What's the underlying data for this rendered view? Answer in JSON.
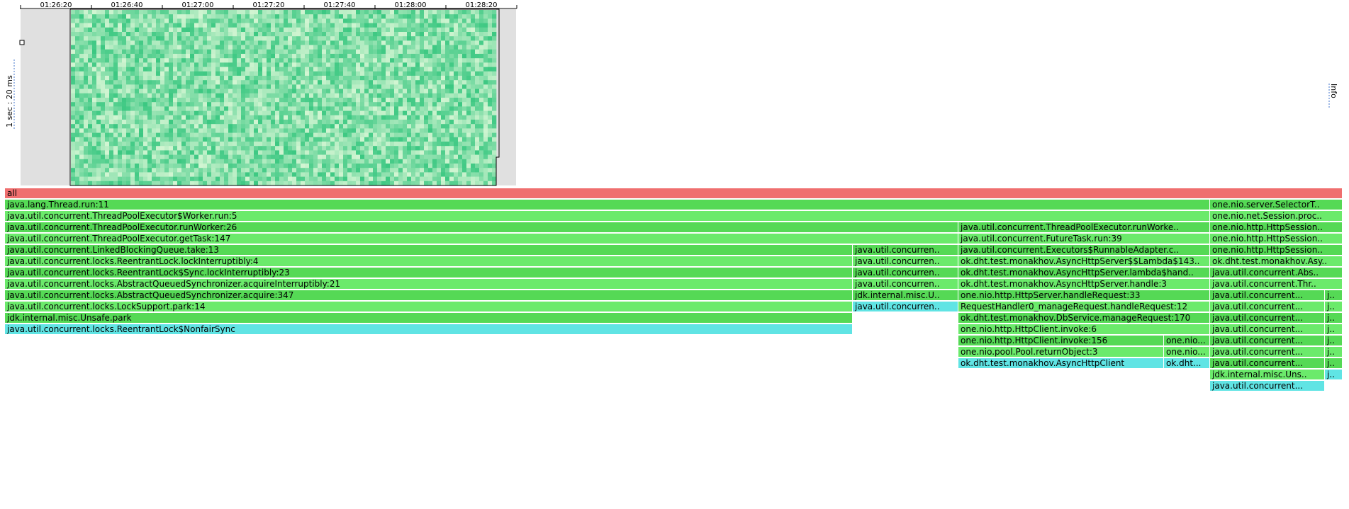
{
  "timeline": {
    "ticks": [
      "01:26:20",
      "01:26:40",
      "01:27:00",
      "01:27:20",
      "01:27:40",
      "01:28:00",
      "01:28:20"
    ],
    "ylabel": "1 sec : 20 ms"
  },
  "info_label": "Info",
  "colors": {
    "root": "#ef6f6f",
    "green_dark": "#55d955",
    "green_light": "#6bea6b",
    "cyan": "#60e4e4",
    "heat_bg": "#e0e0e0"
  },
  "frames": [
    {
      "t": "all",
      "c": "red"
    },
    {
      "t": "java.lang.Thread.run:11",
      "c": "g"
    },
    {
      "t": "one.nio.server.SelectorT..",
      "c": "g"
    },
    {
      "t": "java.util.concurrent.ThreadPoolExecutor$Worker.run:5",
      "c": "g"
    },
    {
      "t": "one.nio.net.Session.proc..",
      "c": "g"
    },
    {
      "t": "java.util.concurrent.ThreadPoolExecutor.runWorker:26",
      "c": "g"
    },
    {
      "t": "java.util.concurrent.ThreadPoolExecutor.runWorke..",
      "c": "g"
    },
    {
      "t": "one.nio.http.HttpSession..",
      "c": "g"
    },
    {
      "t": "java.util.concurrent.ThreadPoolExecutor.getTask:147",
      "c": "g"
    },
    {
      "t": "java.util.concurrent.FutureTask.run:39",
      "c": "g"
    },
    {
      "t": "one.nio.http.HttpSession..",
      "c": "g"
    },
    {
      "t": "java.util.concurrent.LinkedBlockingQueue.take:13",
      "c": "g"
    },
    {
      "t": "java.util.concurren..",
      "c": "g"
    },
    {
      "t": "java.util.concurrent.Executors$RunnableAdapter.c..",
      "c": "g"
    },
    {
      "t": "one.nio.http.HttpSession..",
      "c": "g"
    },
    {
      "t": "java.util.concurrent.locks.ReentrantLock.lockInterruptibly:4",
      "c": "g"
    },
    {
      "t": "java.util.concurren..",
      "c": "g"
    },
    {
      "t": "ok.dht.test.monakhov.AsyncHttpServer$$Lambda$143..",
      "c": "g"
    },
    {
      "t": "ok.dht.test.monakhov.Asy..",
      "c": "g"
    },
    {
      "t": "java.util.concurrent.locks.ReentrantLock$Sync.lockInterruptibly:23",
      "c": "g"
    },
    {
      "t": "java.util.concurren..",
      "c": "g"
    },
    {
      "t": "ok.dht.test.monakhov.AsyncHttpServer.lambda$hand..",
      "c": "g"
    },
    {
      "t": "java.util.concurrent.Abs..",
      "c": "g"
    },
    {
      "t": "java.util.concurrent.locks.AbstractQueuedSynchronizer.acquireInterruptibly:21",
      "c": "g"
    },
    {
      "t": "java.util.concurren..",
      "c": "g"
    },
    {
      "t": "ok.dht.test.monakhov.AsyncHttpServer.handle:3",
      "c": "g"
    },
    {
      "t": "java.util.concurrent.Thr..",
      "c": "g"
    },
    {
      "t": "java.util.concurrent.locks.AbstractQueuedSynchronizer.acquire:347",
      "c": "g"
    },
    {
      "t": "jdk.internal.misc.U..",
      "c": "g"
    },
    {
      "t": "one.nio.http.HttpServer.handleRequest:33",
      "c": "g"
    },
    {
      "t": "java.util.concurrent...",
      "c": "g"
    },
    {
      "t": "j..",
      "c": "g"
    },
    {
      "t": "java.util.concurrent.locks.LockSupport.park:14",
      "c": "g"
    },
    {
      "t": "java.util.concurren..",
      "c": "cyan"
    },
    {
      "t": "RequestHandler0_manageRequest.handleRequest:12",
      "c": "g"
    },
    {
      "t": "java.util.concurrent...",
      "c": "g"
    },
    {
      "t": "j..",
      "c": "g"
    },
    {
      "t": "jdk.internal.misc.Unsafe.park",
      "c": "g"
    },
    {
      "t": "ok.dht.test.monakhov.DbService.manageRequest:170",
      "c": "g"
    },
    {
      "t": "java.util.concurrent...",
      "c": "g"
    },
    {
      "t": "j..",
      "c": "g"
    },
    {
      "t": "java.util.concurrent.locks.ReentrantLock$NonfairSync",
      "c": "cyan"
    },
    {
      "t": "one.nio.http.HttpClient.invoke:6",
      "c": "g"
    },
    {
      "t": "java.util.concurrent...",
      "c": "g"
    },
    {
      "t": "j..",
      "c": "g"
    },
    {
      "t": "one.nio.http.HttpClient.invoke:156",
      "c": "g"
    },
    {
      "t": "one.nio...",
      "c": "g"
    },
    {
      "t": "java.util.concurrent...",
      "c": "g"
    },
    {
      "t": "j..",
      "c": "g"
    },
    {
      "t": "one.nio.pool.Pool.returnObject:3",
      "c": "g"
    },
    {
      "t": "one.nio...",
      "c": "g"
    },
    {
      "t": "java.util.concurrent...",
      "c": "g"
    },
    {
      "t": "j..",
      "c": "g"
    },
    {
      "t": "ok.dht.test.monakhov.AsyncHttpClient",
      "c": "cyan"
    },
    {
      "t": "ok.dht...",
      "c": "cyan"
    },
    {
      "t": "java.util.concurrent...",
      "c": "g"
    },
    {
      "t": "j..",
      "c": "g"
    },
    {
      "t": "jdk.internal.misc.Uns..",
      "c": "g"
    },
    {
      "t": "j..",
      "c": "cyan"
    },
    {
      "t": "java.util.concurrent...",
      "c": "cyan"
    }
  ]
}
